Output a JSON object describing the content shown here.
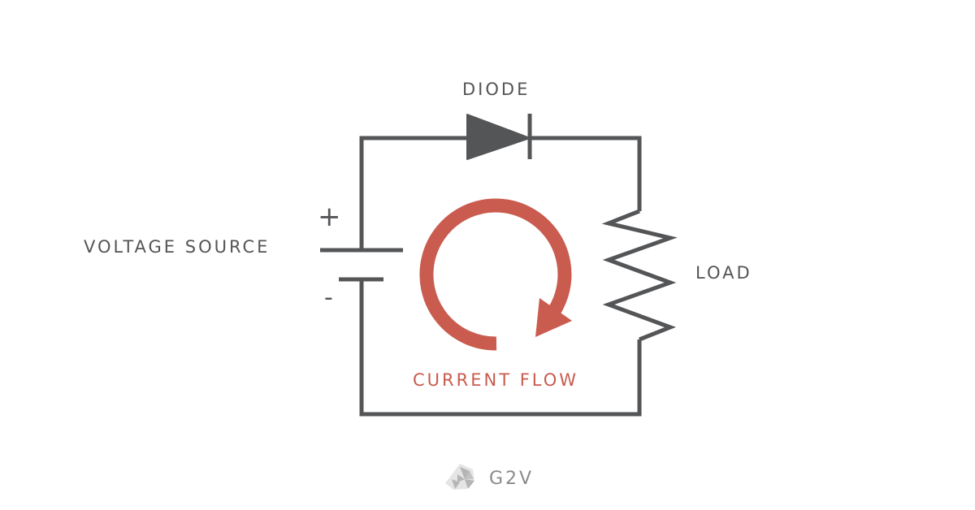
{
  "labels": {
    "diode": "DIODE",
    "voltage_source": "VOLTAGE SOURCE",
    "load": "LOAD",
    "current_flow": "CURRENT FLOW",
    "plus": "+",
    "minus": "-"
  },
  "logo": {
    "text": "G2V"
  },
  "colors": {
    "wire": "#545557",
    "current": "#c95b4f",
    "logo": "#9a9a9a"
  }
}
